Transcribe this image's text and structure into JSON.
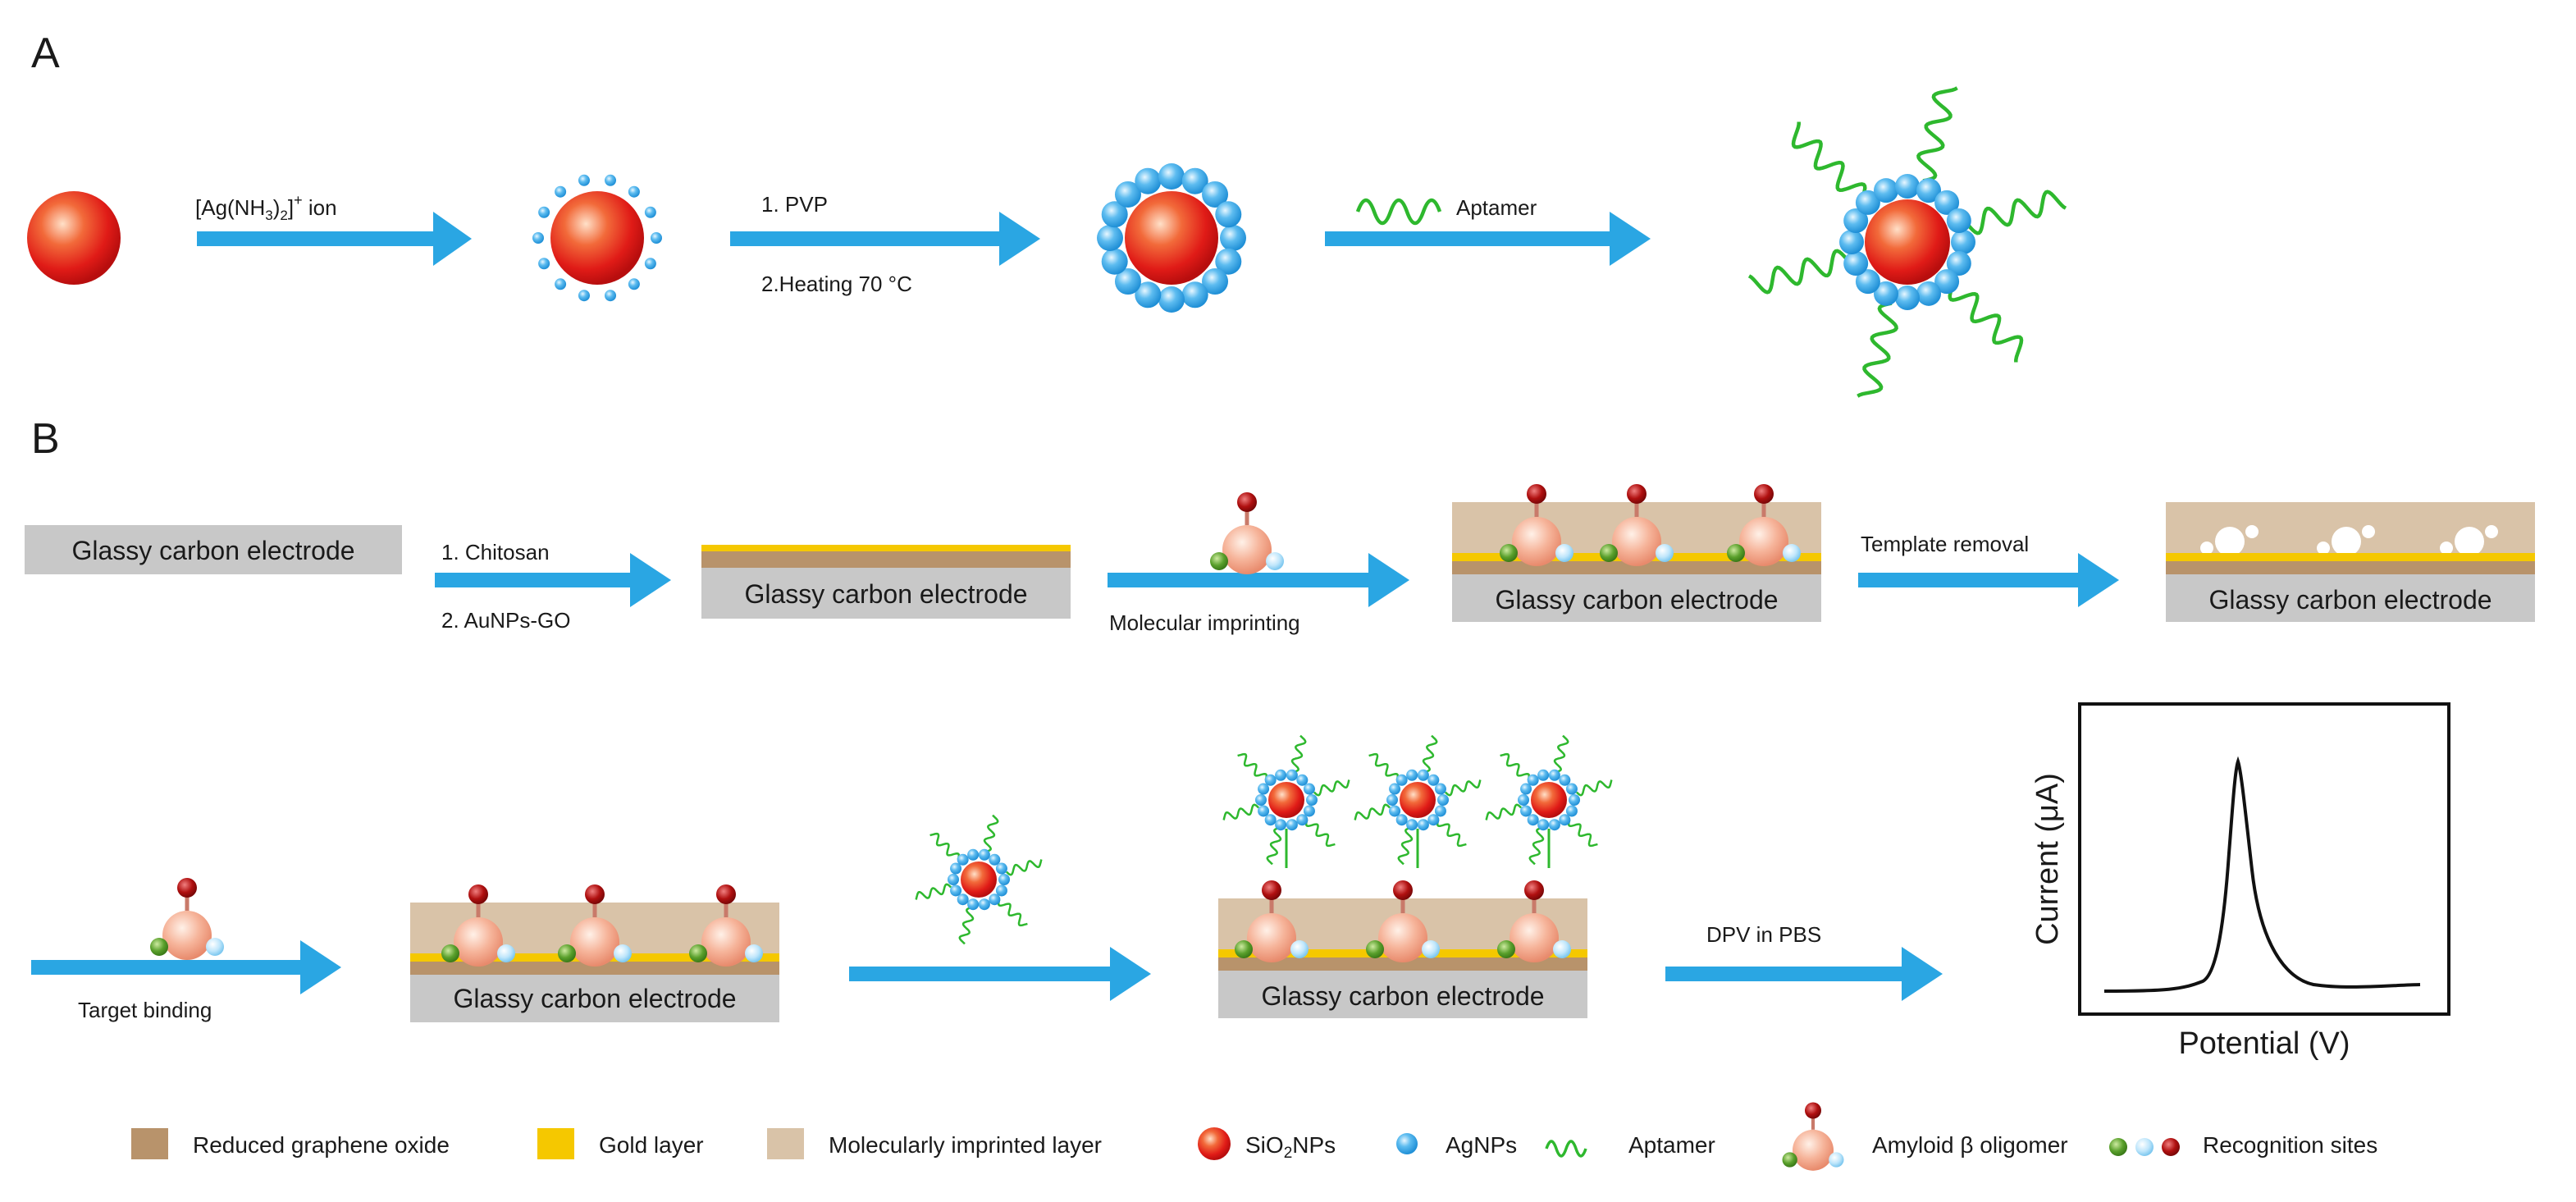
{
  "panelA": {
    "letter": "A",
    "step1_reagent_main": "[Ag(NH",
    "step1_reagent_sub1": "3",
    "step1_reagent_mid": ")",
    "step1_reagent_sub2": "2",
    "step1_reagent_close": "]",
    "step1_reagent_sup": "+",
    "step1_reagent_tail": " ion",
    "step2_line1": "1. PVP",
    "step2_line2": "2.Heating 70 °C",
    "step3_label": "Aptamer"
  },
  "panelB": {
    "letter": "B",
    "electrode_label": "Glassy carbon electrode",
    "step1_line1": "1. Chitosan",
    "step1_line2": "2. AuNPs-GO",
    "step2_label": "Molecular imprinting",
    "step3_label": "Template removal",
    "step4_label": "Target binding",
    "step5_label": "DPV in PBS"
  },
  "plot": {
    "xlabel": "Potential (V)",
    "ylabel": "Current (μA)"
  },
  "legend": {
    "rgo": "Reduced graphene oxide",
    "gold": "Gold layer",
    "mip": "Molecularly imprinted layer",
    "sio2_main": "SiO",
    "sio2_sub": "2",
    "sio2_tail": "NPs",
    "agnps": "AgNPs",
    "aptamer": "Aptamer",
    "amyloid": "Amyloid β oligomer",
    "recognition": "Recognition sites"
  },
  "colors": {
    "arrow": "#2aa6e3",
    "sio2": "#e8231b",
    "agnp": "#3aa8e8",
    "aptamer": "#2eb82e",
    "electrode": "#c8c8c8",
    "gold": "#f5c800",
    "rgo": "#b8936b",
    "mip": "#d9c3a8",
    "amyloid": "#f4a98c",
    "site_green": "#5aa02c",
    "site_red": "#b01010"
  }
}
